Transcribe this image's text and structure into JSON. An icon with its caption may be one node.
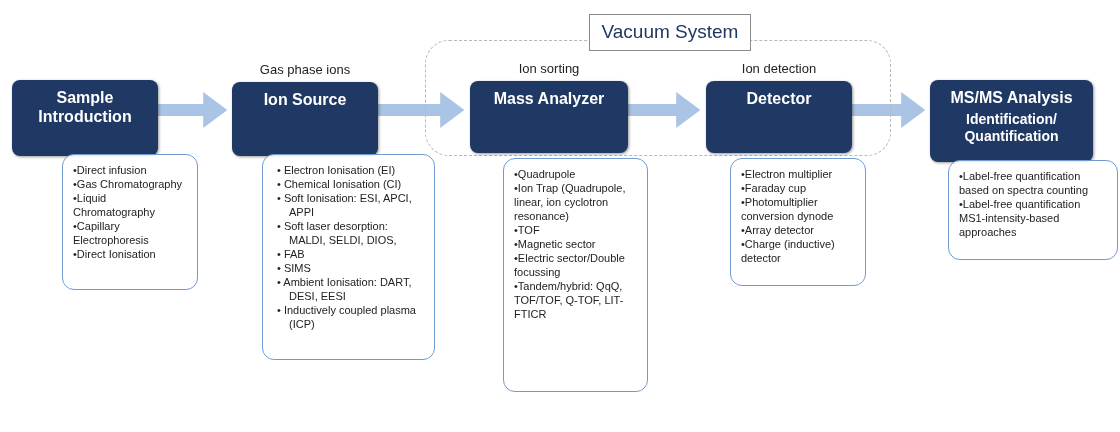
{
  "diagram": {
    "nodes": [
      {
        "text": [
          "Vacuum System"
        ]
      },
      {
        "text": [
          "Sample Introduction"
        ]
      },
      {
        "text": [
          "•Direct infusion",
          "•Gas Chromatography",
          "•Liquid Chromatography",
          "•Capillary Electrophoresis",
          "•Direct Ionisation"
        ]
      },
      {
        "text": [
          "Ion Source"
        ],
        "beside": [
          "Gas phase ions"
        ]
      },
      {
        "text": [
          "• Electron Ionisation (EI)",
          "• Chemical Ionisation (CI)",
          "• Soft Ionisation: ESI, APCI, APPI",
          "• Soft laser desorption: MALDI, SELDI, DIOS,",
          "• FAB",
          "• SIMS",
          "• Ambient Ionisation: DART, DESI, EESI",
          "• Inductively coupled plasma (ICP)"
        ]
      },
      {
        "text": [
          "Mass Analyzer"
        ],
        "beside": [
          "Ion sorting"
        ],
        "in": 0
      },
      {
        "text": [
          "•Quadrupole",
          "•Ion Trap (Quadrupole, linear, ion cyclotron resonance)",
          "•TOF",
          "•Magnetic sector",
          "•Electric sector/Double focussing",
          "•Tandem/hybrid: QqQ, TOF/TOF, Q-TOF, LIT-FTICR"
        ]
      },
      {
        "text": [
          "Detector"
        ],
        "beside": [
          "Ion detection"
        ],
        "in": 0
      },
      {
        "text": [
          "•Electron multiplier",
          "•Faraday cup",
          "•Photomultiplier conversion dynode",
          "•Array detector",
          "•Charge (inductive) detector"
        ]
      },
      {
        "text": [
          "MS/MS Analysis",
          "Identification/ Quantification"
        ]
      },
      {
        "text": [
          "•Label-free quantification based on spectra counting",
          "•Label-free quantification MS1-intensity-based approaches"
        ]
      }
    ],
    "edges": [
      {
        "from": 1,
        "to": 3,
        "arrow": "to"
      },
      {
        "from": 3,
        "to": 5,
        "arrow": "to"
      },
      {
        "from": 5,
        "to": 7,
        "arrow": "to"
      },
      {
        "from": 7,
        "to": 9,
        "arrow": "to"
      }
    ]
  }
}
